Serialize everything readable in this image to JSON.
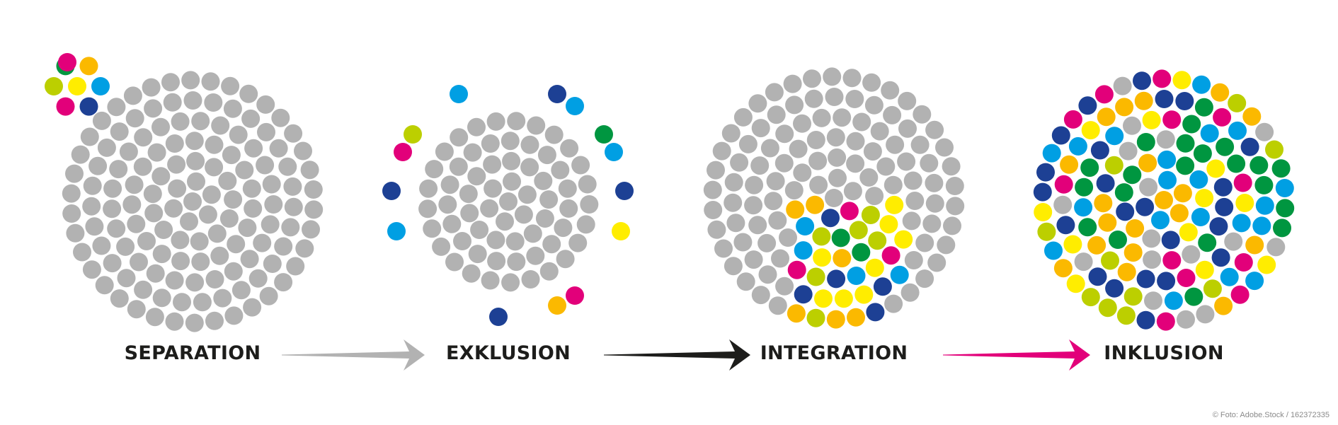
{
  "stages": [
    {
      "id": "separation",
      "label": "SEPARATION"
    },
    {
      "id": "exklusion",
      "label": "EXKLUSION"
    },
    {
      "id": "integration",
      "label": "INTEGRATION"
    },
    {
      "id": "inklusion",
      "label": "INKLUSION"
    }
  ],
  "arrows": [
    {
      "from": "separation",
      "to": "exklusion",
      "color": "#b2b2b2"
    },
    {
      "from": "exklusion",
      "to": "integration",
      "color": "#1d1d1b"
    },
    {
      "from": "integration",
      "to": "inklusion",
      "color": "#e2007a"
    }
  ],
  "colors": {
    "gray": "#b2b2b2",
    "palette": [
      "#e2007a",
      "#009640",
      "#fbb900",
      "#009fe3",
      "#ffed00",
      "#bccf00",
      "#1d4094"
    ]
  },
  "credit": "© Foto: Adobe.Stock / 162372335"
}
